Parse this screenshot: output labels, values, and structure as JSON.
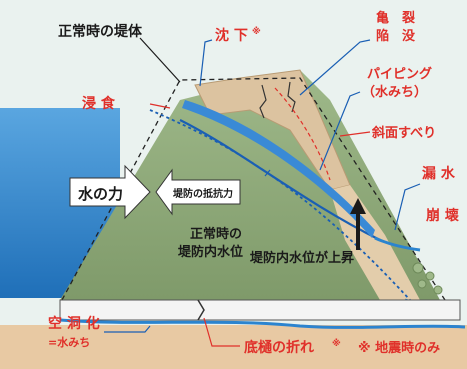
{
  "labels": {
    "normal_levee": "正常時の堤体",
    "subsidence": "沈 下",
    "subsidence_mark": "※",
    "crack_line1": "亀　裂",
    "crack_line2": "陥　没",
    "piping_line1": "パイピング",
    "piping_line2": "（水みち）",
    "erosion": "浸 食",
    "slope_slide": "斜面すべり",
    "leakage": "漏 水",
    "collapse": "崩 壊",
    "water_force": "水の力",
    "levee_resistance": "堤防の抵抗力",
    "normal_water_line1": "正常時の",
    "normal_water_line2": "堤防内水位",
    "water_rise": "堤防内水位が上昇",
    "cavity_line1": "空 洞 化",
    "cavity_line2": "=水みち",
    "culvert_break": "底樋の折れ",
    "culvert_mark": "※",
    "earthquake_note": "※ 地震時のみ"
  },
  "colors": {
    "label_red": "#e0302a",
    "label_black": "#1a1a1a",
    "water_blue": "#2b84cf",
    "levee_green": "#8faa78",
    "levee_tan": "#d9bf9b",
    "ground_tan": "#e8c9a3",
    "seepage_line": "#1a5fb4"
  }
}
